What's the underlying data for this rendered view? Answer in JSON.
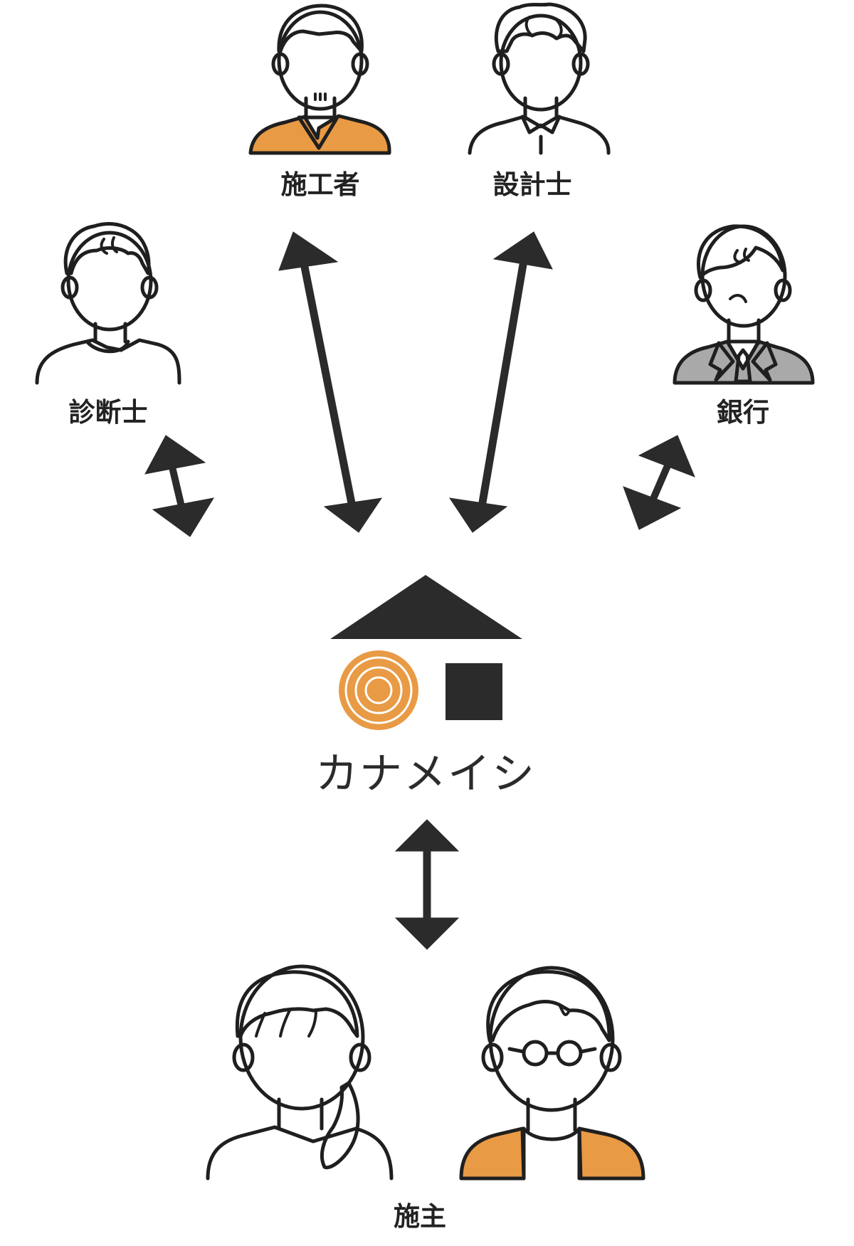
{
  "colors": {
    "orange": "#e89a45",
    "gray": "#a9a9a9",
    "dark": "#2b2b2b",
    "line": "#1f1f1f"
  },
  "nodes": {
    "constructor": {
      "label": "施工者",
      "icon": "person-gray-hair-orange-shirt-icon"
    },
    "architect": {
      "label": "設計士",
      "icon": "person-orange-hair-collar-shirt-icon"
    },
    "inspector": {
      "label": "診断士",
      "icon": "person-orange-hair-icon"
    },
    "bank": {
      "label": "銀行",
      "icon": "person-suit-tie-icon"
    },
    "center": {
      "brand": "カナメイシ",
      "icon": "kanameishi-house-logo-icon"
    },
    "owner": {
      "label": "施主",
      "icon": "couple-icon"
    }
  },
  "edges": [
    {
      "from": "inspector",
      "to": "center",
      "type": "bidirectional-arrow"
    },
    {
      "from": "constructor",
      "to": "center",
      "type": "bidirectional-arrow"
    },
    {
      "from": "architect",
      "to": "center",
      "type": "bidirectional-arrow"
    },
    {
      "from": "bank",
      "to": "center",
      "type": "bidirectional-arrow"
    },
    {
      "from": "center",
      "to": "owner",
      "type": "bidirectional-arrow"
    }
  ]
}
